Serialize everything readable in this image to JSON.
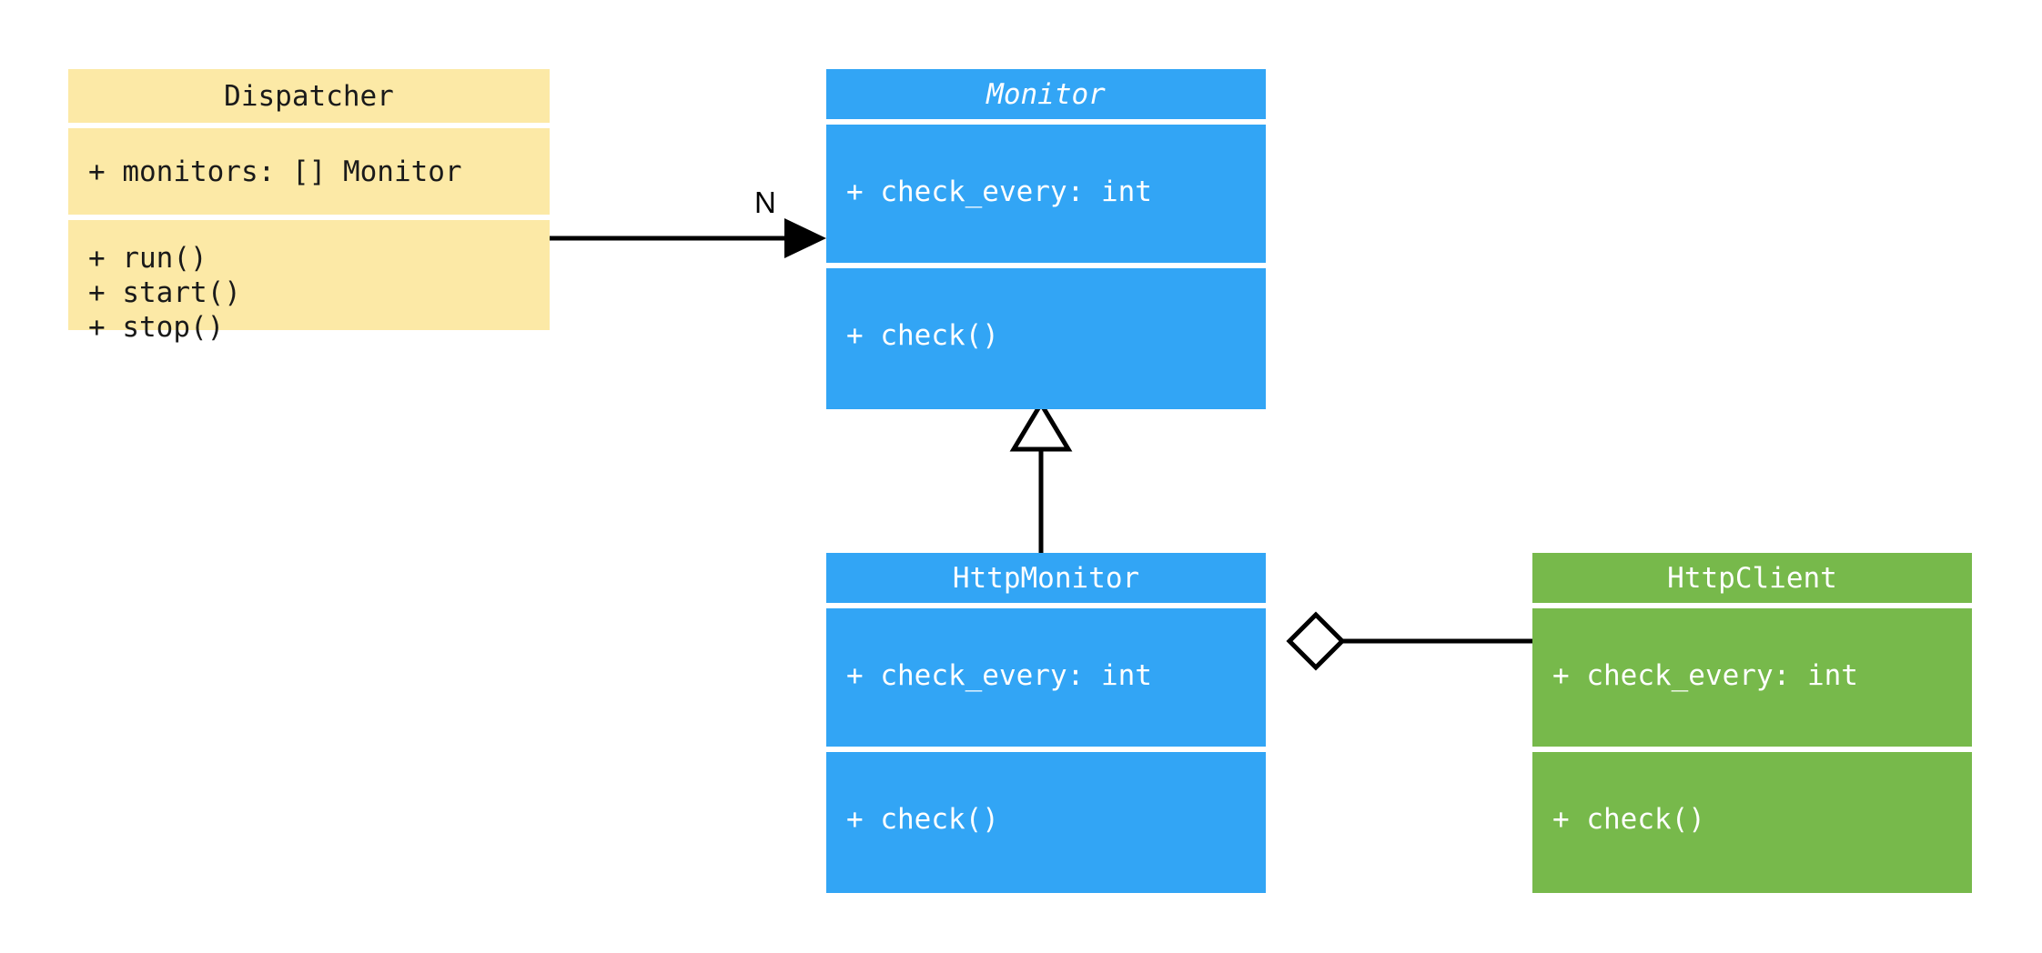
{
  "diagram": {
    "kind": "uml-class-diagram",
    "background": "#ffffff",
    "palette": {
      "cream": "#fce9a6",
      "blue": "#32a5f5",
      "green": "#77b94b",
      "dark_text": "#1a1a1a",
      "light_text": "#ffffff",
      "edge_stroke": "#000000"
    }
  },
  "classes": [
    {
      "id": "dispatcher",
      "name": "Dispatcher",
      "abstract": false,
      "color": "#fce9a6",
      "attributes": [
        "+ monitors: [] Monitor"
      ],
      "methods": [
        "+ run()",
        "+ start()",
        "+ stop()"
      ]
    },
    {
      "id": "monitor",
      "name": "Monitor",
      "abstract": true,
      "color": "#32a5f5",
      "attributes": [
        "+ check_every: int"
      ],
      "methods": [
        "+ check()"
      ]
    },
    {
      "id": "httpmonitor",
      "name": "HttpMonitor",
      "abstract": false,
      "color": "#32a5f5",
      "attributes": [
        "+ check_every: int"
      ],
      "methods": [
        "+ check()"
      ]
    },
    {
      "id": "httpclient",
      "name": "HttpClient",
      "abstract": false,
      "color": "#77b94b",
      "attributes": [
        "+ check_every: int"
      ],
      "methods": [
        "+ check()"
      ]
    }
  ],
  "relationships": [
    {
      "id": "dispatcher-to-monitor",
      "type": "association",
      "from": "Dispatcher",
      "to": "Monitor",
      "arrowhead": "filled-triangle",
      "label": "N"
    },
    {
      "id": "httpmonitor-to-monitor",
      "type": "generalization",
      "from": "HttpMonitor",
      "to": "Monitor",
      "arrowhead": "hollow-triangle",
      "label": ""
    },
    {
      "id": "httpmonitor-to-httpclient",
      "type": "aggregation",
      "from": "HttpMonitor",
      "to": "HttpClient",
      "arrowhead": "hollow-diamond",
      "label": ""
    }
  ]
}
